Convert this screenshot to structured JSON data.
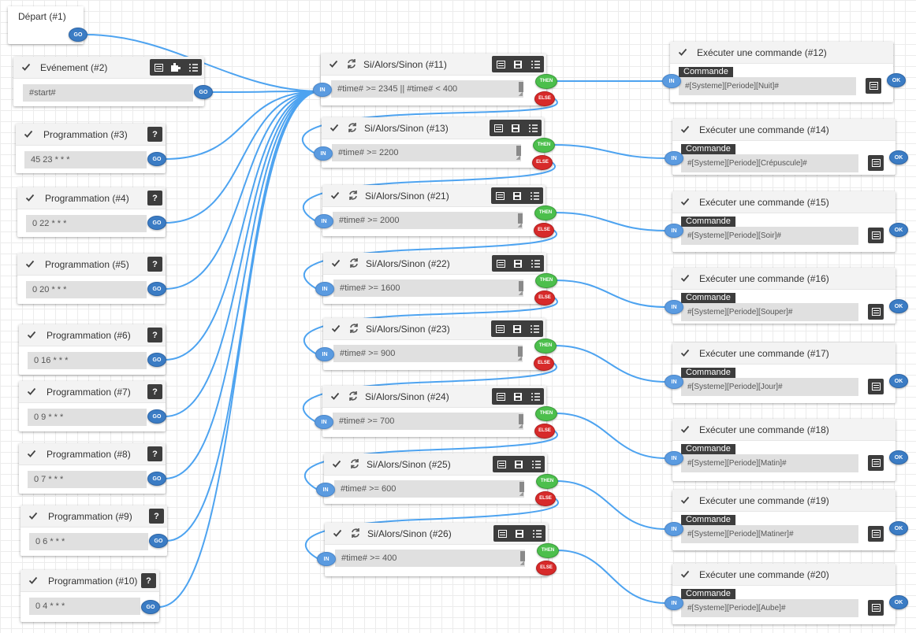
{
  "colors": {
    "wire": "#4da3f0",
    "port": "#3b7cc4",
    "then": "#4cbf4c",
    "else": "#d72a2a",
    "toolbar": "#3d3d3d",
    "field": "#e0e0e0"
  },
  "ports": {
    "go": "GO",
    "in": "IN",
    "then": "THEN",
    "else": "ELSE",
    "ok": "OK"
  },
  "icons": {
    "check": "check-icon",
    "loop": "loop-icon",
    "comment": "comment-icon",
    "save": "save-icon",
    "list": "list-icon",
    "plugin": "plugin-icon",
    "help": "help-icon"
  },
  "help_label": "?",
  "cmd_label": "Commande",
  "start": {
    "title": "Départ (#1)"
  },
  "event": {
    "title": "Evénement (#2)",
    "value": "#start#"
  },
  "programs": [
    {
      "title": "Programmation (#3)",
      "value": "45 23 * * *"
    },
    {
      "title": "Programmation (#4)",
      "value": "0 22 * * *"
    },
    {
      "title": "Programmation (#5)",
      "value": "0 20 * * *"
    },
    {
      "title": "Programmation (#6)",
      "value": "0 16 * * *"
    },
    {
      "title": "Programmation (#7)",
      "value": "0 9 * * *"
    },
    {
      "title": "Programmation (#8)",
      "value": "0 7 * * *"
    },
    {
      "title": "Programmation (#9)",
      "value": "0 6 * * *"
    },
    {
      "title": "Programmation (#10)",
      "value": "0 4 * * *"
    }
  ],
  "ifs": [
    {
      "title": "Si/Alors/Sinon (#11)",
      "condition": "#time# >=  2345 || #time# < 400"
    },
    {
      "title": "Si/Alors/Sinon (#13)",
      "condition": "#time# >= 2200"
    },
    {
      "title": "Si/Alors/Sinon (#21)",
      "condition": "#time# >=  2000"
    },
    {
      "title": "Si/Alors/Sinon (#22)",
      "condition": "#time# >= 1600"
    },
    {
      "title": "Si/Alors/Sinon (#23)",
      "condition": "#time# >= 900"
    },
    {
      "title": "Si/Alors/Sinon (#24)",
      "condition": "#time# >= 700"
    },
    {
      "title": "Si/Alors/Sinon (#25)",
      "condition": "#time# >= 600"
    },
    {
      "title": "Si/Alors/Sinon (#26)",
      "condition": "#time# >= 400"
    }
  ],
  "commands": [
    {
      "title": "Exécuter une commande (#12)",
      "value": "#[Systeme][Periode][Nuit]#"
    },
    {
      "title": "Exécuter une commande (#14)",
      "value": "#[Systeme][Periode][Crépuscule]#"
    },
    {
      "title": "Exécuter une commande (#15)",
      "value": "#[Systeme][Periode][Soir]#"
    },
    {
      "title": "Exécuter une commande (#16)",
      "value": "#[Systeme][Periode][Souper]#"
    },
    {
      "title": "Exécuter une commande (#17)",
      "value": "#[Systeme][Periode][Jour]#"
    },
    {
      "title": "Exécuter une commande (#18)",
      "value": "#[Systeme][Periode][Matin]#"
    },
    {
      "title": "Exécuter une commande (#19)",
      "value": "#[Systeme][Periode][Matiner]#"
    },
    {
      "title": "Exécuter une commande (#20)",
      "value": "#[Systeme][Periode][Aube]#"
    }
  ]
}
